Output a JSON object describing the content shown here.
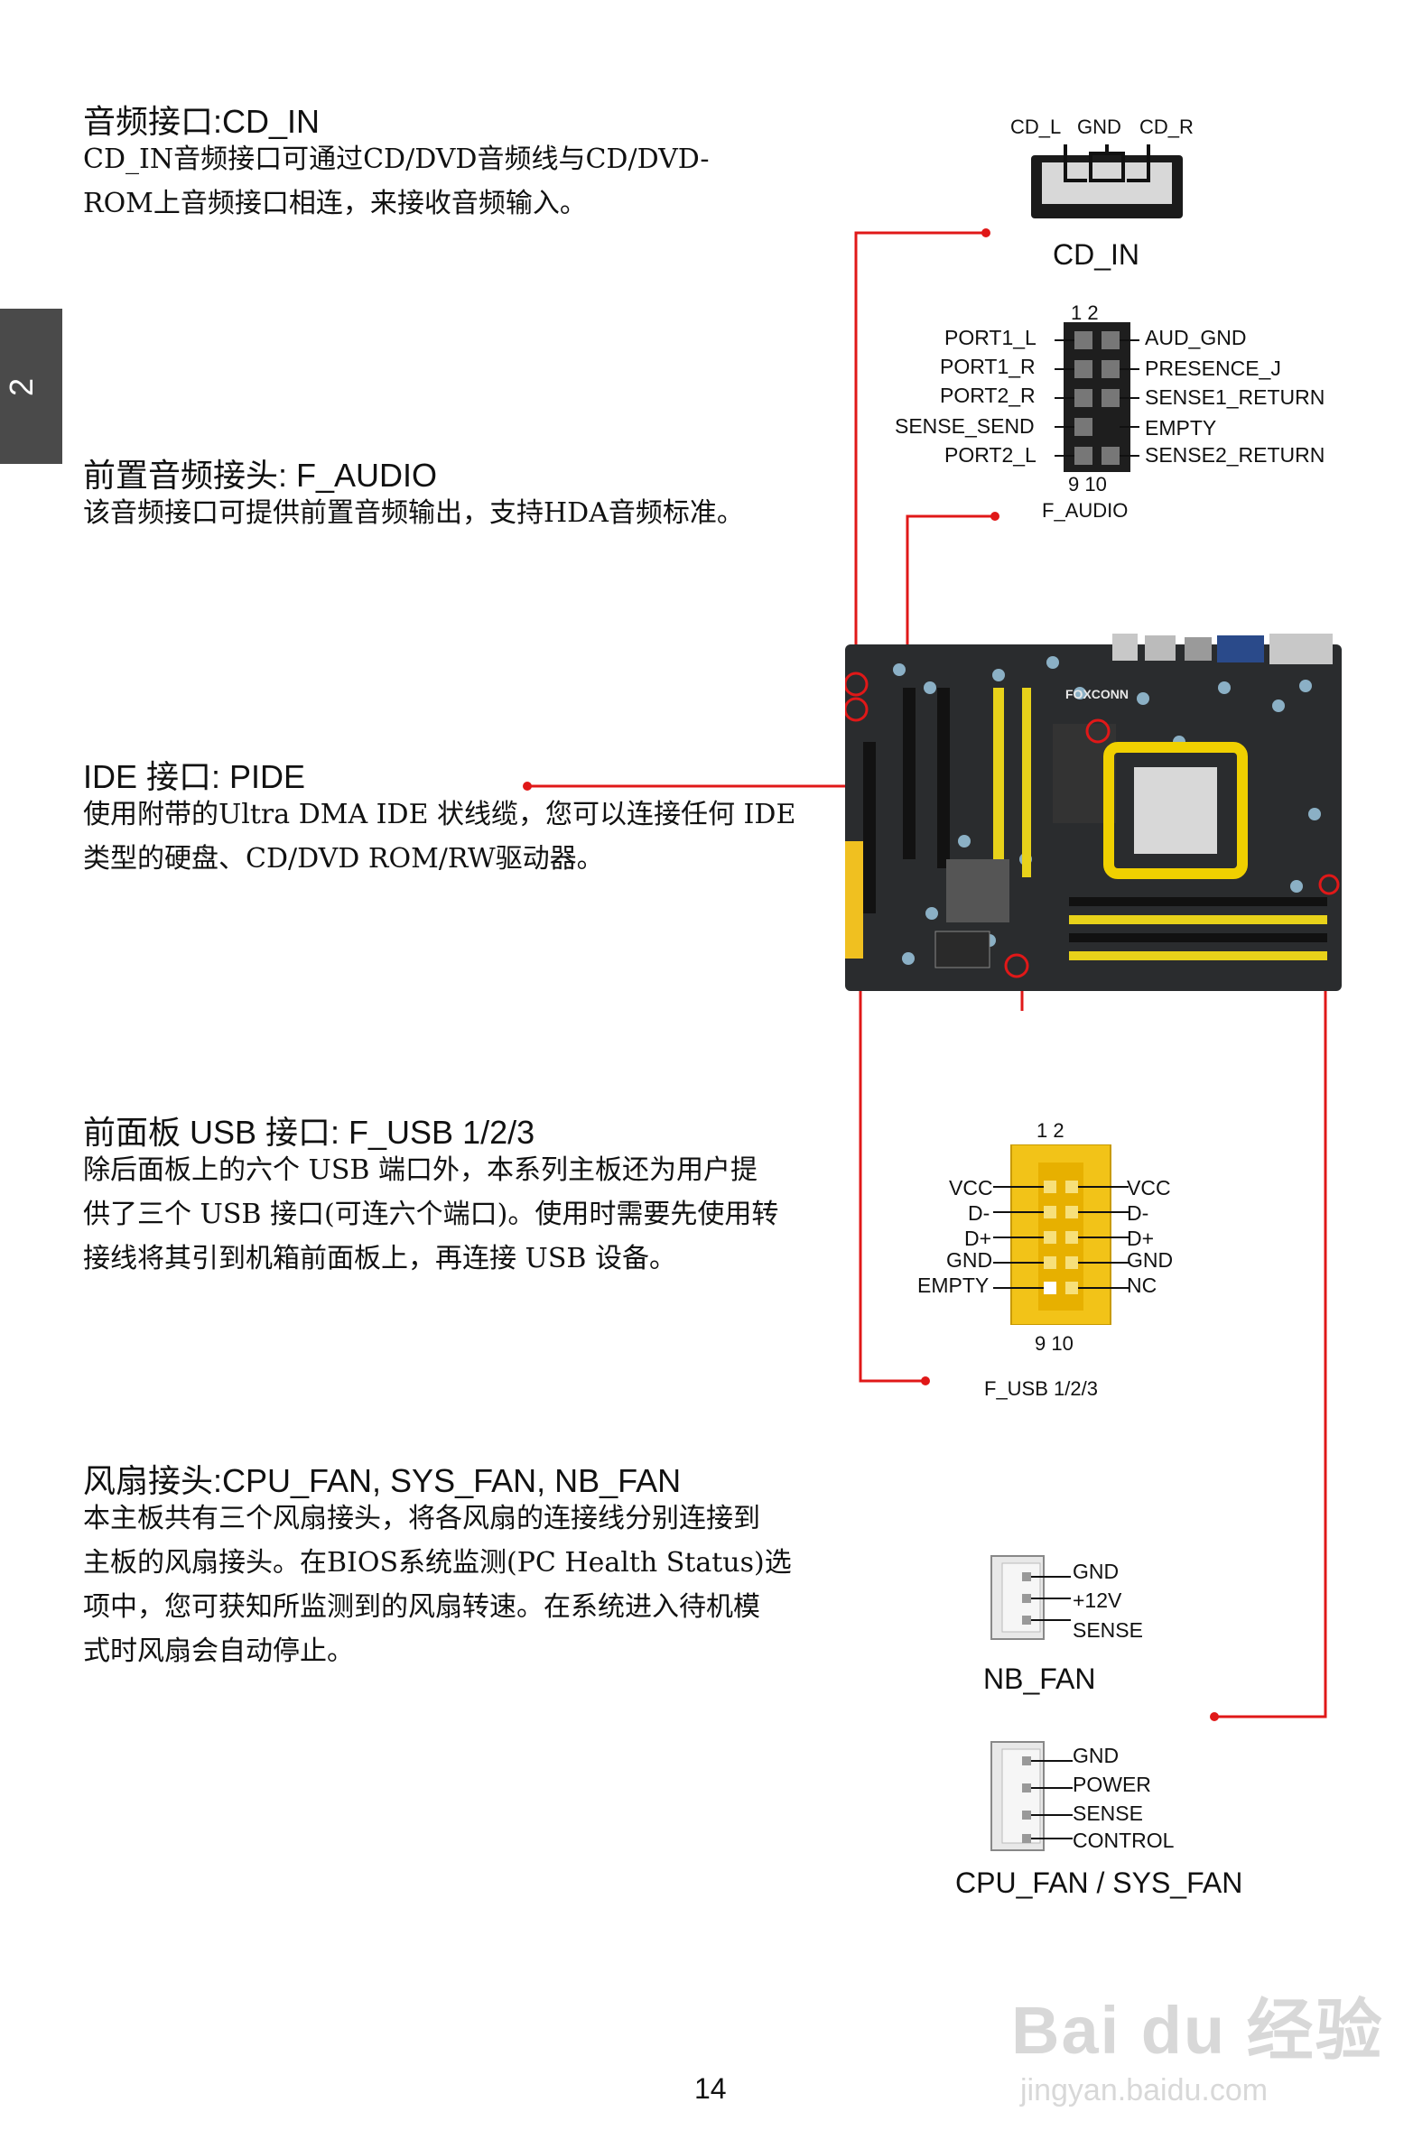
{
  "side_tab": "2",
  "sections": {
    "cd_in": {
      "title": "音频接口:CD_IN",
      "lines": [
        "CD_IN音频接口可通过CD/DVD音频线与CD/DVD-",
        "ROM上音频接口相连，来接收音频输入。"
      ]
    },
    "f_audio": {
      "title": "前置音频接头: F_AUDIO",
      "lines": [
        "该音频接口可提供前置音频输出，支持HDA音频标准。"
      ]
    },
    "pide": {
      "title": "IDE 接口: PIDE",
      "lines": [
        "使用附带的Ultra DMA IDE 状线缆，您可以连接任何 IDE",
        "类型的硬盘、CD/DVD ROM/RW驱动器。"
      ]
    },
    "f_usb": {
      "title": "前面板 USB 接口: F_USB 1/2/3",
      "lines": [
        "除后面板上的六个 USB 端口外，本系列主板还为用户提",
        "供了三个 USB 接口(可连六个端口)。使用时需要先使用转",
        "接线将其引到机箱前面板上，再连接 USB 设备。"
      ]
    },
    "fan": {
      "title": "风扇接头:CPU_FAN, SYS_FAN, NB_FAN",
      "lines": [
        "本主板共有三个风扇接头，将各风扇的连接线分别连接到",
        "主板的风扇接头。在BIOS系统监测(PC Health Status)选",
        "项中，您可获知所监测到的风扇转速。在系统进入待机模",
        "式时风扇会自动停止。"
      ]
    }
  },
  "cd_in_diagram": {
    "pins": [
      "CD_L",
      "GND",
      "CD_R"
    ],
    "caption": "CD_IN"
  },
  "f_audio_diagram": {
    "top_pins": "1 2",
    "bottom_pins": "9 10",
    "left": [
      "PORT1_L",
      "PORT1_R",
      "PORT2_R",
      "SENSE_SEND",
      "PORT2_L"
    ],
    "right": [
      "AUD_GND",
      "PRESENCE_J",
      "SENSE1_RETURN",
      "EMPTY",
      "SENSE2_RETURN"
    ],
    "caption": "F_AUDIO"
  },
  "f_usb_diagram": {
    "top_pins": "1 2",
    "bottom_pins": "9 10",
    "left": [
      "VCC",
      "D-",
      "D+",
      "GND",
      "EMPTY"
    ],
    "right": [
      "VCC",
      "D-",
      "D+",
      "GND",
      "NC"
    ],
    "caption": "F_USB 1/2/3"
  },
  "nb_fan": {
    "pins": [
      "GND",
      "+12V",
      "SENSE"
    ],
    "caption": "NB_FAN"
  },
  "cpu_fan": {
    "pins": [
      "GND",
      "POWER",
      "SENSE",
      "CONTROL"
    ],
    "caption": "CPU_FAN / SYS_FAN"
  },
  "motherboard": {
    "brand": "FOXCONN"
  },
  "colors": {
    "accent_line": "#e01818",
    "tab_bg": "#4a4a4a",
    "usb_header": "#f2c318",
    "slot_yellow": "#e8d21a"
  },
  "page_number": "14",
  "watermark": {
    "main": "Bai du 经验",
    "sub": "jingyan.baidu.com"
  }
}
